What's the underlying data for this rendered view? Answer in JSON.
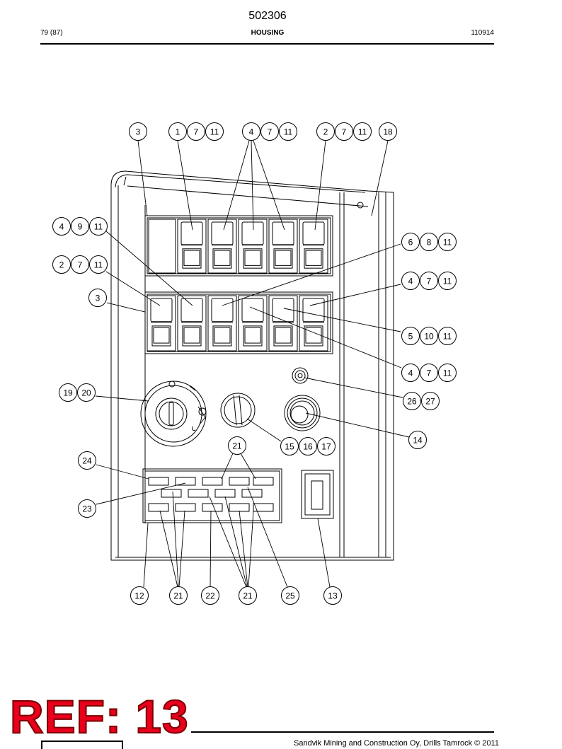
{
  "header": {
    "doc_number": "502306",
    "page": "79 (87)",
    "title": "HOUSING",
    "code": "110914"
  },
  "callouts": {
    "c1": [
      "3"
    ],
    "c2": [
      "1",
      "7",
      "11"
    ],
    "c3": [
      "4",
      "7",
      "11"
    ],
    "c4": [
      "2",
      "7",
      "11"
    ],
    "c5": [
      "18"
    ],
    "c6": [
      "4",
      "9",
      "11"
    ],
    "c7": [
      "6",
      "8",
      "11"
    ],
    "c8": [
      "2",
      "7",
      "11"
    ],
    "c9": [
      "4",
      "7",
      "11"
    ],
    "c10": [
      "3"
    ],
    "c11": [
      "5",
      "10",
      "11"
    ],
    "c12": [
      "4",
      "7",
      "11"
    ],
    "c13": [
      "19",
      "20"
    ],
    "c14": [
      "26",
      "27"
    ],
    "c15": [
      "14"
    ],
    "c16": [
      "21"
    ],
    "c17": [
      "15",
      "16",
      "17"
    ],
    "c18": [
      "24"
    ],
    "c19": [
      "23"
    ],
    "c20": [
      "12"
    ],
    "c21": [
      "21"
    ],
    "c22": [
      "22"
    ],
    "c23": [
      "21"
    ],
    "c24": [
      "25"
    ],
    "c25": [
      "13"
    ]
  },
  "stamp": "REF: 13",
  "footer": {
    "copyright": "Sandvik Mining and Construction Oy, Drills Tamrock © 2011"
  }
}
